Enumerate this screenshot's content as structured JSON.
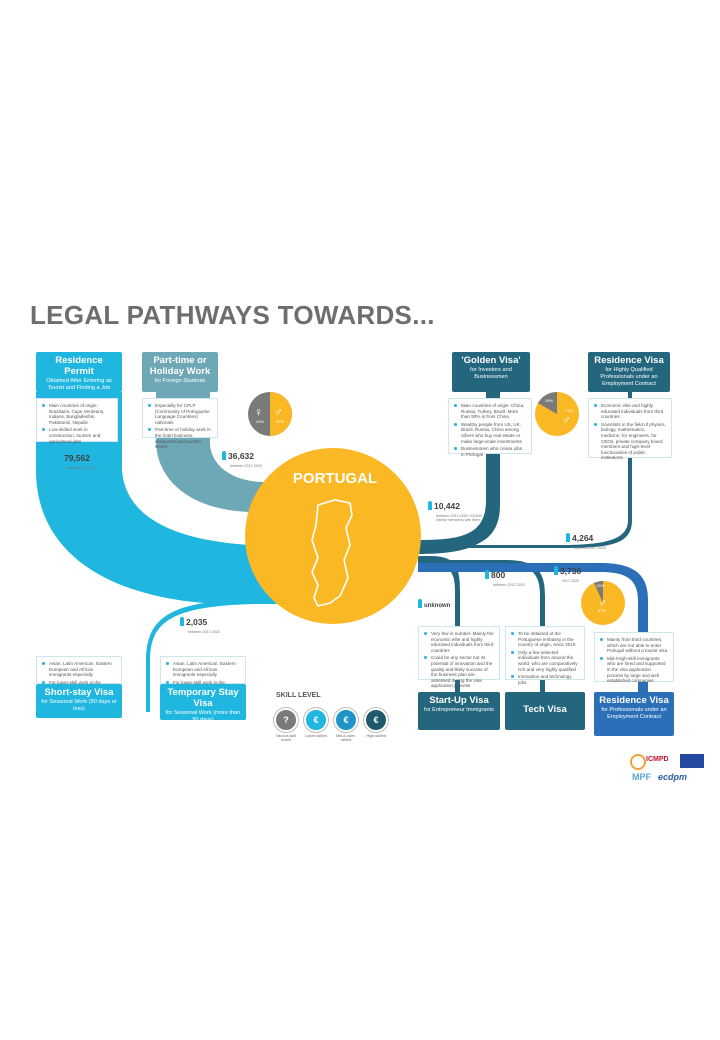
{
  "title": "LEGAL PATHWAYS TOWARDS...",
  "center": {
    "label": "PORTUGAL"
  },
  "boxes": {
    "residence_permit": {
      "title": "Residence Permit",
      "sub": "Obtained After Entering as Tourist and Finding a Job"
    },
    "part_time": {
      "title": "Part-time or Holiday Work",
      "sub": "for Foreign Students"
    },
    "golden_visa": {
      "title": "'Golden Visa'",
      "sub": "for Investors and Businessmen"
    },
    "residence_visa_hq": {
      "title": "Residence Visa",
      "sub": "for Highly Qualified Professionals under an Employment Contract"
    },
    "short_stay": {
      "title": "Short-stay Visa",
      "sub": "for Seasonal Work (90 days or less)"
    },
    "temporary_stay": {
      "title": "Temporary Stay Visa",
      "sub": "for Seasonal Work (more than 90 days)"
    },
    "startup": {
      "title": "Start-Up Visa",
      "sub": "for Entrepreneur Immigrants"
    },
    "tech": {
      "title": "Tech Visa",
      "sub": ""
    },
    "residence_visa_emp": {
      "title": "Residence Visa",
      "sub": "for Professionals under an Employment Contract"
    }
  },
  "panels": {
    "residence_permit": [
      "Main countries of origin: Brazilians, Cape Verdeans, Indians, Bangladeshis, Pakistanis, Nepalis",
      "Low-skilled work in construction, tourism and agricultural jobs"
    ],
    "part_time": [
      "Especially for CPLP (Community of Portuguese Language Countries) nationals",
      "Part-time or holiday work in the hotel business, restaurant and tourism sector"
    ],
    "golden_visa": [
      "Main countries of origin: China, Russia, Turkey, Brazil. More than 50% is from China",
      "Wealthy people from US, UK, Brazil, Russia, China among others who buy real estate or make large-scale investments",
      "Businessmen who create jobs in Portugal"
    ],
    "residence_visa_hq": [
      "Economic elite and highly educated individuals from third countries",
      "Scientists in the field of physics, biology, mathematics, medicine, for engineers, for CEOs, private company board members and high-level functionaries of public institutions"
    ],
    "short_stay": [
      "Asian, Latin American, Eastern European and African immigrants especially",
      "For lower-skill work in the seasonal agricultural or tourism sector"
    ],
    "temporary_stay": [
      "Asian, Latin American, Eastern European and African immigrants especially",
      "For lower-skill work in the seasonal agricultural or tourism sector"
    ],
    "startup": [
      "Very few in number. Mainly the economic elite and highly educated individuals from third countries",
      "Could be any sector but its potential of innovation and the quality and likely success of the business plan are assessed during the visa application process"
    ],
    "tech": [
      "To be obtained at the Portuguese embassy in the country of origin, since 2019",
      "Only a few selected individuals from around the world, who are comparatively rich and very highly qualified",
      "Innovation and technology jobs"
    ],
    "residence_visa_emp": [
      "Mainly from third countries, which are not able to enter Portugal without a tourist visa",
      "Mid-/High-skill immigrants who are hired and supported in the visa application process by large and well established companies"
    ]
  },
  "stats": {
    "residence_permit": {
      "n": "79,562",
      "l": "between 2017-2020"
    },
    "part_time": {
      "n": "36,632",
      "l": "between 2017-2020"
    },
    "golden_visa": {
      "n": "10,442",
      "l": "between 2012-2020 +15,643 (family members) with them"
    },
    "residence_visa_hq": {
      "n": "4,264",
      "l": "between 2017-2020"
    },
    "temporary_stay": {
      "n": "2,035",
      "l": "between 2017-2020"
    },
    "startup": {
      "n": "unknown",
      "l": ""
    },
    "tech": {
      "n": "800",
      "l": "between 2017-2020"
    },
    "residence_visa_emp": {
      "n": "3,730",
      "l": "2017-2020"
    }
  },
  "gender": {
    "part_time": {
      "female": "43%",
      "male": "57%"
    },
    "golden_visa": {
      "female": "29%",
      "male": "71%"
    },
    "residence_visa_emp": {
      "female": "13%",
      "male": "87%"
    }
  },
  "skill_level": {
    "title": "SKILL LEVEL",
    "items": [
      {
        "label": "Various skill levels",
        "color": "#7a7a7a"
      },
      {
        "label": "Lower-skilled",
        "color": "#1fb7e0"
      },
      {
        "label": "Mid-/Lower-skilled",
        "color": "#1f94c9"
      },
      {
        "label": "High-skilled",
        "color": "#1e5a6e"
      }
    ]
  },
  "colors": {
    "light_blue": "#1fb7e0",
    "grey_blue": "#6ea7b6",
    "dark_teal": "#24667d",
    "blue": "#2b6fb8",
    "yellow": "#f9b824",
    "grey": "#7a7a7a"
  },
  "logos": {
    "icmpd": "ICMPD",
    "mpf": "MPF",
    "ecdpm": "ecdpm"
  }
}
